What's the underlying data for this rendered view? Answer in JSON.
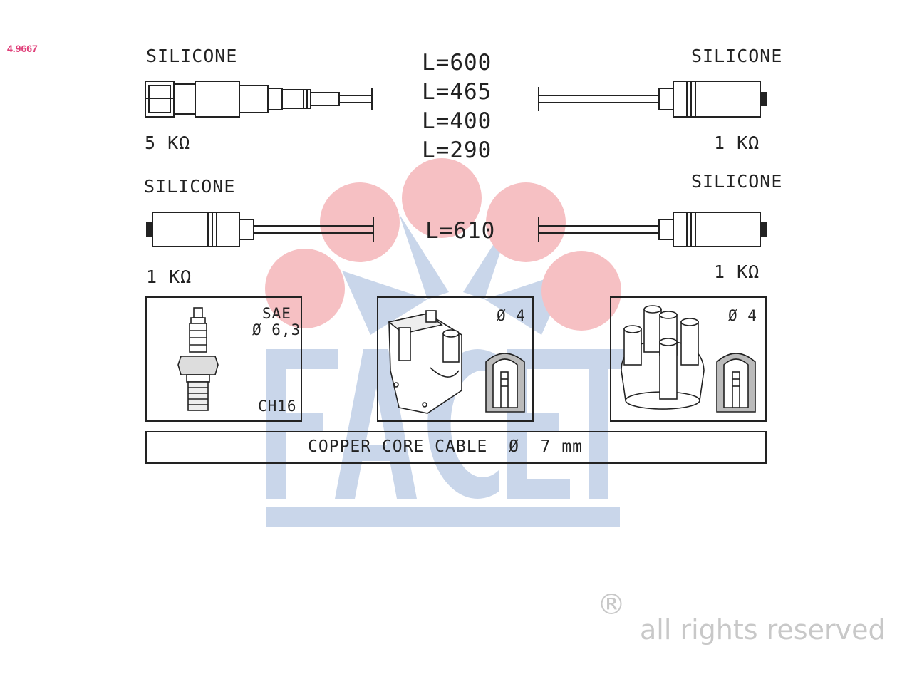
{
  "part_number": "4.9667",
  "watermark": {
    "brand": "FACET",
    "reg_mark": "®",
    "brand_blue": "#c9d6ea",
    "brand_red": "#f6c0c3"
  },
  "cables": {
    "top_left": {
      "material": "SILICONE",
      "resistance": "5 KΩ"
    },
    "top_right": {
      "material": "SILICONE",
      "resistance": "1 KΩ"
    },
    "mid_left": {
      "material": "SILICONE",
      "resistance": "1 KΩ"
    },
    "mid_right": {
      "material": "SILICONE",
      "resistance": "1 KΩ"
    }
  },
  "lengths": [
    "L=600",
    "L=465",
    "L=400",
    "L=290"
  ],
  "length_single": "L=610",
  "panels": {
    "spark_plug": {
      "standard": "SAE",
      "diameter": "Ø 6,3",
      "code": "CH16"
    },
    "coil": {
      "diameter": "Ø 4"
    },
    "distributor": {
      "diameter": "Ø 4"
    }
  },
  "cable_spec": "COPPER CORE CABLE  Ø  7 mm",
  "footer": {
    "reg_mark": "®",
    "rights": "all rights reserved"
  }
}
